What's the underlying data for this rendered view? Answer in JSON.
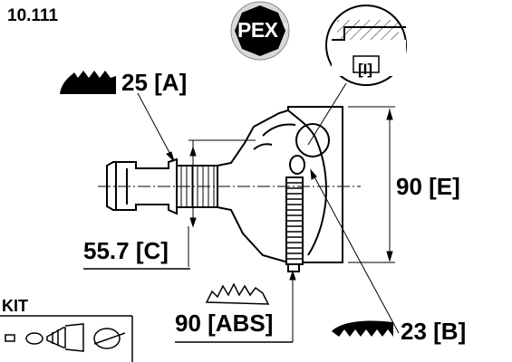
{
  "product_code": "10.111",
  "brand": {
    "name": "PEX",
    "mark": "®"
  },
  "detail_label": "[I]",
  "dimensions": {
    "a": "25 [A]",
    "c": "55.7 [C]",
    "e": "90 [E]",
    "abs": "90 [ABS]",
    "b": "23 [B]"
  },
  "kit": {
    "label": "KIT"
  },
  "colors": {
    "line": "#000000",
    "background": "#ffffff",
    "logo_fill": "#000000",
    "logo_ring": "#bdbdbd"
  }
}
